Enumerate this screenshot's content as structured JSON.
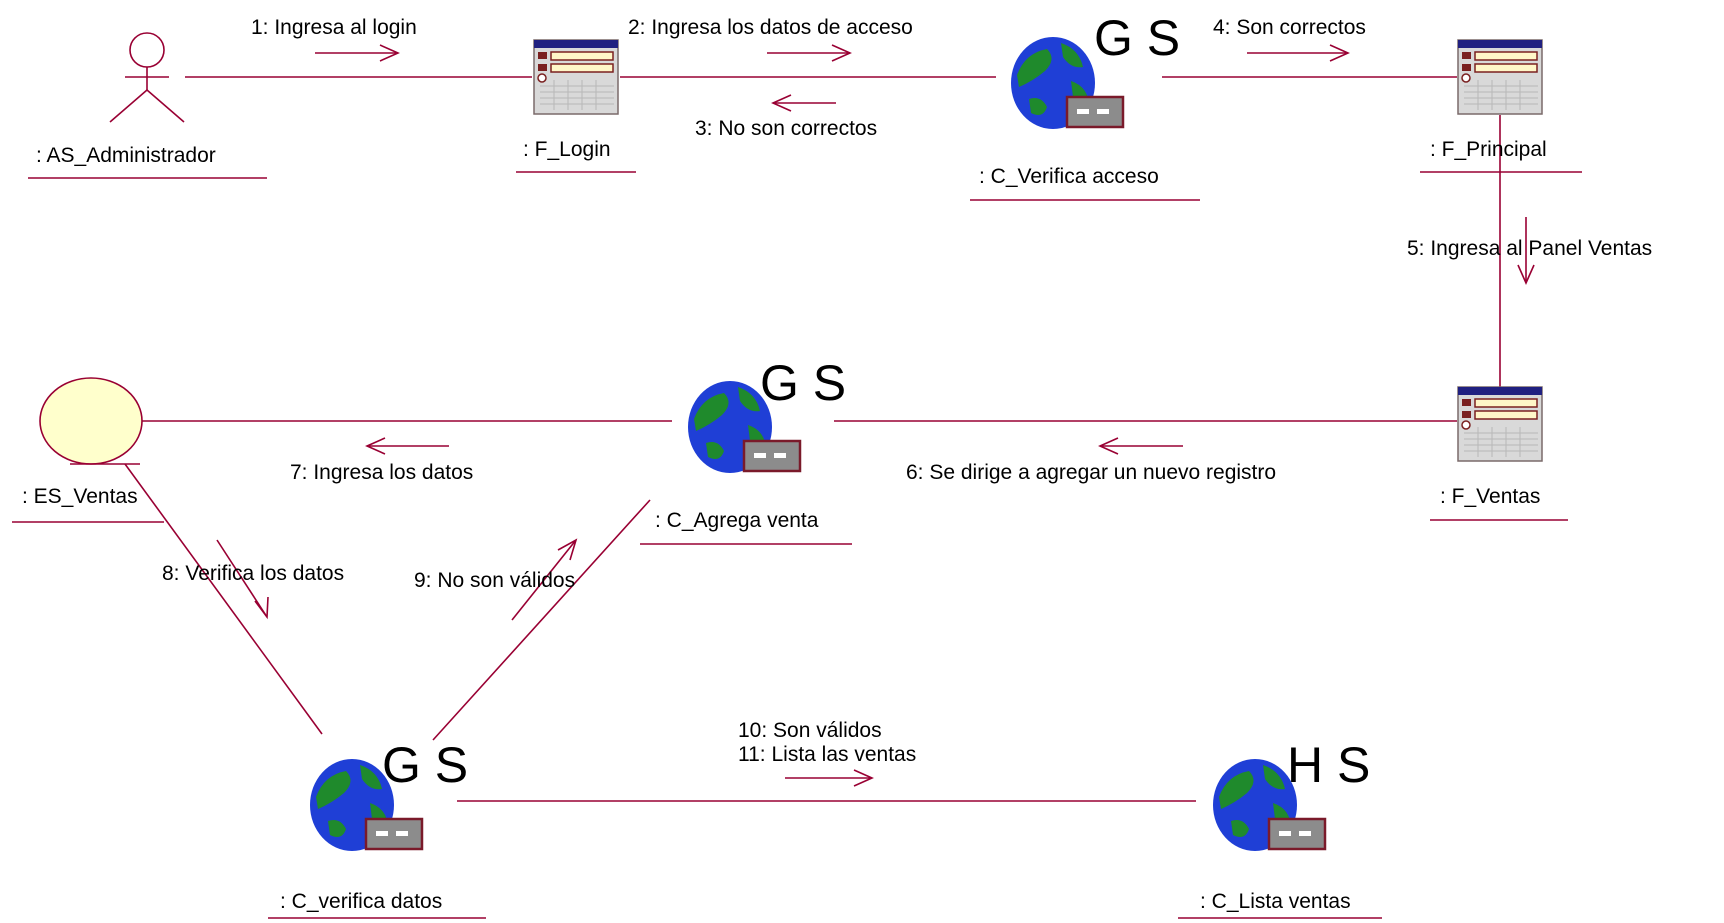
{
  "diagram": {
    "colors": {
      "line": "#990033",
      "globe_ocean": "#1f3fd6",
      "globe_land": "#1f8a2c",
      "server_box": "#8c8c8c",
      "form_body": "#d9d9d9",
      "form_titlebar": "#202080",
      "entity_fill": "#ffffcc"
    },
    "objects": {
      "actor": ": AS_Administrador",
      "f_login": ": F_Login",
      "c_verifica_acceso": ": C_Verifica acceso",
      "f_principal": ": F_Principal",
      "f_ventas": ": F_Ventas",
      "c_agrega_venta": ": C_Agrega venta",
      "es_ventas": ": ES_Ventas",
      "c_verifica_datos": ": C_verifica datos",
      "c_lista_ventas": ": C_Lista ventas"
    },
    "badges": {
      "c_verifica_acceso": "G S",
      "c_agrega_venta": "G S",
      "c_verifica_datos": "G S",
      "c_lista_ventas": "H S"
    },
    "messages": {
      "m1": "1: Ingresa al login",
      "m2": "2: Ingresa los datos de acceso",
      "m3": "3: No son correctos",
      "m4": "4: Son correctos",
      "m5": "5: Ingresa al Panel Ventas",
      "m6": "6: Se dirige a agregar un nuevo registro",
      "m7": "7: Ingresa los datos",
      "m8": "8: Verifica los datos",
      "m9": "9: No son válidos",
      "m10": "10: Son válidos",
      "m11": "11: Lista las ventas"
    }
  }
}
